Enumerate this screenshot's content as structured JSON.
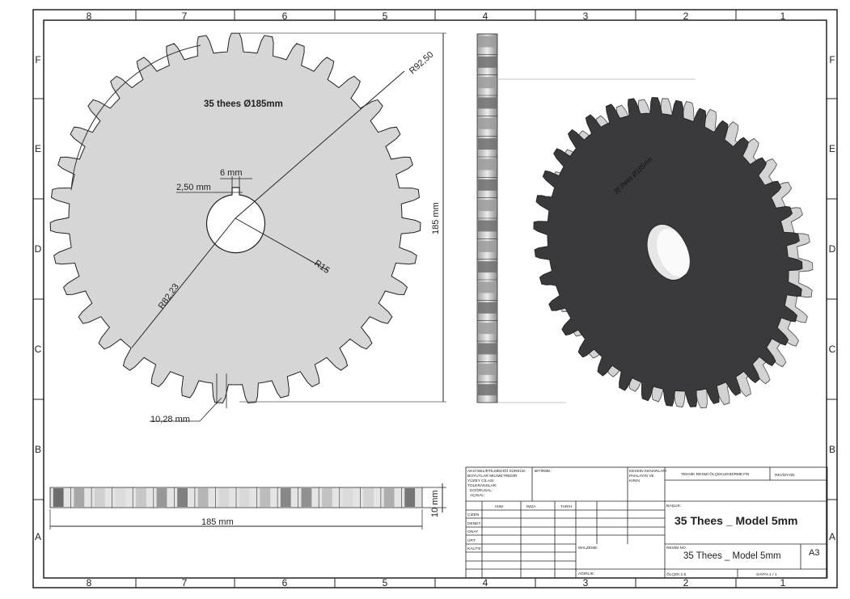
{
  "border": {
    "cols_top": [
      "8",
      "7",
      "6",
      "5",
      "4",
      "3",
      "2",
      "1"
    ],
    "cols_bottom": [
      "8",
      "7",
      "6",
      "5",
      "4",
      "3",
      "2",
      "1"
    ],
    "rows_left": [
      "F",
      "E",
      "D",
      "C",
      "B",
      "A"
    ],
    "rows_right": [
      "F",
      "E",
      "D",
      "C",
      "B",
      "A"
    ]
  },
  "front_view": {
    "label": "35 thees Ø185mm",
    "dim_outer_radius": "R92,50",
    "dim_root_radius": "R82,23",
    "dim_bore_radius": "R15",
    "dim_keyway_width": "6 mm",
    "dim_keyway_depth": "2,50 mm",
    "dim_tooth_gap": "10,28 mm",
    "dim_height": "185 mm",
    "teeth_count": 35
  },
  "iso_view": {
    "engraving": "35 thees Ø185mm"
  },
  "bottom_view": {
    "dim_width": "185 mm",
    "dim_thickness": "10 mm"
  },
  "title_block": {
    "general_tolerance": [
      "AKSİ BELİRTİLMEDİĞİ SÜRECE:",
      "BOYUTLAR MİLİMETREDİR",
      "YÜZEY CİLASI:",
      "TOLERANSLAR:",
      "DOĞRUSAL:",
      "AÇISAL:"
    ],
    "finish_label": "BİTİRME:",
    "edge_note": [
      "KESKİN KENARLARI",
      "PAHLAYIN VE",
      "KIRIN"
    ],
    "no_scale": "TEKNİK RESMİ ÖLÇEKLENDİRMEYİN",
    "revision": "REVİZYON",
    "col_headers": [
      "ISIM",
      "İMZA",
      "TARİH"
    ],
    "rows": [
      "ÇİZEN",
      "DENET.",
      "ONAY",
      "ÜRT.",
      "KALİTE"
    ],
    "material": "MALZEME:",
    "weight": "AĞIRLIK:",
    "title_label": "BAŞLIK:",
    "title": "35 Thees _ Model 5mm",
    "drawing_no_label": "RESİM NO.",
    "drawing_no": "35 Thees _ Model 5mm",
    "size": "A3",
    "scale": "ÖLÇEK:1:5",
    "sheet": "SAYFA 1 / 1"
  }
}
